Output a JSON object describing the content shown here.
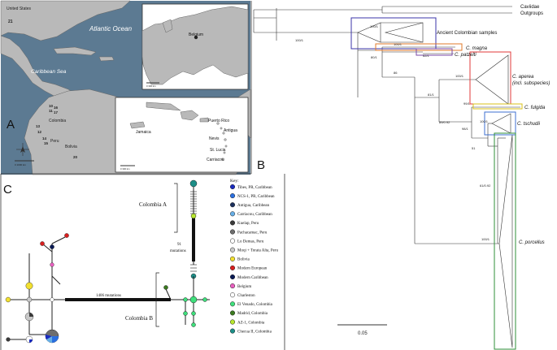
{
  "panel_labels": {
    "a": "A",
    "b": "B",
    "c": "C"
  },
  "map": {
    "labels": {
      "united_states": "United States",
      "atlantic": "Atlantic Ocean",
      "caribbean_sea": "Caribbean Sea",
      "colombia": "Colombia",
      "peru": "Peru",
      "bolivia": "Bolivia",
      "belgium": "Belgium",
      "jamaica": "Jamaica",
      "puerto_rico": "Puerto Rico",
      "antigua": "Antigua",
      "nevis": "Nevis",
      "st_lucia": "St. Lucia",
      "carriacou": "Carriacou"
    },
    "site_numbers": {
      "n21": "21",
      "n1011": "10",
      "n11": "11",
      "n16": "16",
      "n17": "17",
      "n13": "13",
      "n12": "12",
      "n14": "14",
      "n15": "15",
      "n20": "20"
    },
    "scale_main": "0     1000 km",
    "scale_europe": "0     300 km",
    "scale_caribbean": "0     300 km"
  },
  "tree": {
    "taxa": {
      "caviidae": "Caviidae",
      "outgroups": "Outgroups",
      "ancient": "Ancient Colombian samples",
      "magna": "C. magna",
      "patzelti": "C. patzelti",
      "aperea1": "C. aperea",
      "aperea2": "(incl. subspecies)",
      "fulgida": "C. fulgida",
      "tschudii": "C. tschudii",
      "porcellus": "C. porcellus"
    },
    "support": {
      "s1": "100/1",
      "s2": "100/1",
      "s3": "100/1",
      "s4": "80/1",
      "s5": "62/1",
      "s6": "86",
      "s7": "100/1",
      "s8": "81/1",
      "s9": "99/1",
      "s10": "100/1",
      "s11": "89/0.92",
      "s12": "98/1",
      "s13": "51",
      "s14": "61/0.92",
      "s15": "100/1"
    },
    "scale": "0.05",
    "colors": {
      "ancient": "#3b35a8",
      "magna": "#e07a2a",
      "patzelti": "#7b4aa8",
      "aperea": "#e23a3a",
      "fulgida": "#d8c21a",
      "tschudii": "#3c6fd0",
      "porcellus": "#2f8f3a"
    }
  },
  "network": {
    "colombia_a": "Colombia A",
    "colombia_b": "Colombia B",
    "mut91_a": "91",
    "mut91_b": "mutations",
    "mut1406": "1406 mutations",
    "key_title": "Key:",
    "key": [
      {
        "label": "Tibes, PR, Caribbean",
        "color": "#1a2bbf"
      },
      {
        "label": "NCS-1, PR, Caribbean",
        "color": "#2a6fe0"
      },
      {
        "label": "Antigua, Caribbean",
        "color": "#1b2f5c"
      },
      {
        "label": "Carriacou, Caribbean",
        "color": "#66aee6"
      },
      {
        "label": "Kuelap, Peru",
        "color": "#3a3a3a"
      },
      {
        "label": "Pachacamac, Peru",
        "color": "#6e6e6e"
      },
      {
        "label": "Lo Demas, Peru",
        "color": "#ffffff"
      },
      {
        "label": "Moqi + Torata Alta, Peru",
        "color": "#c8c8c8"
      },
      {
        "label": "Bolivia",
        "color": "#f2e030"
      },
      {
        "label": "Modern European",
        "color": "#d81f1f"
      },
      {
        "label": "Modern Caribbean",
        "color": "#0a1a55"
      },
      {
        "label": "Belgium",
        "color": "#e85fbf"
      },
      {
        "label": "Charleston",
        "color": "#ffffff"
      },
      {
        "label": "El Venado, Colombia",
        "color": "#3fe07c"
      },
      {
        "label": "Madrid, Colombia",
        "color": "#3b7a1f"
      },
      {
        "label": "AZ-1, Colombia",
        "color": "#b7e62e"
      },
      {
        "label": "Checua II, Colombia",
        "color": "#1c8f88"
      }
    ]
  }
}
